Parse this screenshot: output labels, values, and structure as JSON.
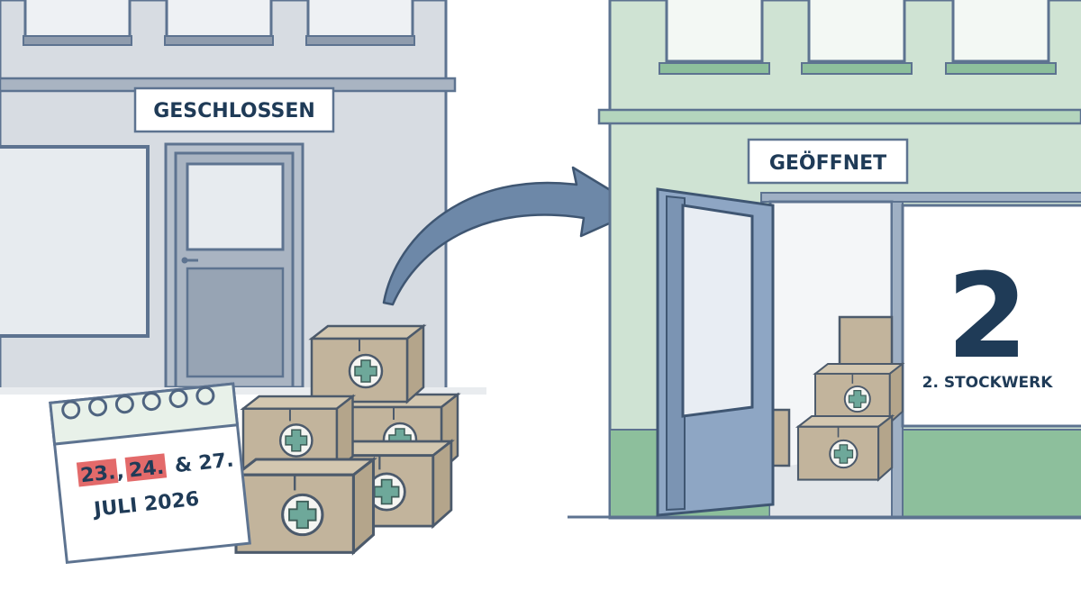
{
  "closed_store": {
    "sign": "GESCHLOSSEN"
  },
  "calendar": {
    "date_highlight_1": "23.",
    "date_separator_1": ",",
    "date_highlight_2": "24.",
    "date_rest": "& 27.",
    "month_year": "JULI 2026"
  },
  "open_store": {
    "sign": "GEÖFFNET",
    "floor_number": "2",
    "floor_label": "2. STOCKWERK"
  },
  "colors": {
    "closed_building": "#d7dce2",
    "open_building": "#cfe3d3",
    "outline": "#5d7390",
    "dark_text": "#1f3b57",
    "box_fill": "#c2b49c",
    "box_cross": "#6ea89a",
    "date_highlight": "#e36a6a",
    "calendar_header": "#e8f1e9",
    "arrow": "#6d88a8",
    "open_plinth": "#8dbf9c"
  },
  "icons": [
    "medicine-box-icon",
    "calendar-icon",
    "arrow-icon"
  ]
}
